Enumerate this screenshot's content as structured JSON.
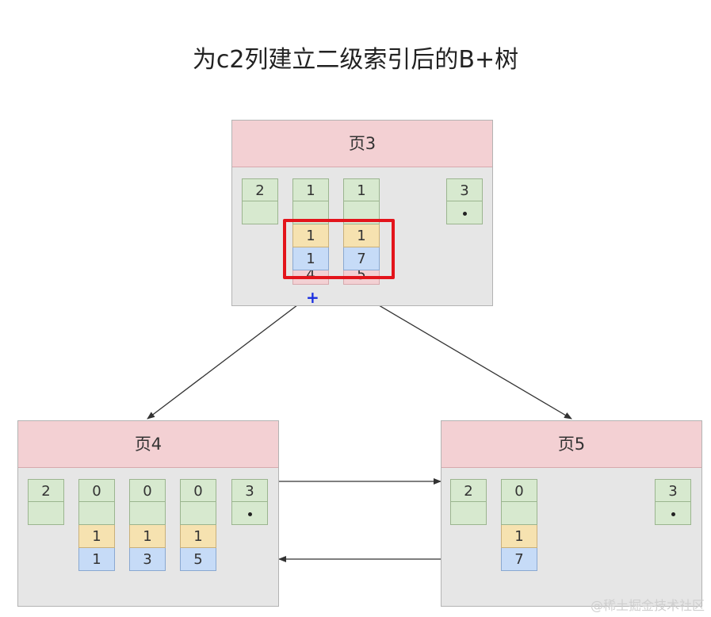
{
  "title": "为c2列建立二级索引后的B+树",
  "pages": {
    "p3": {
      "label": "页3",
      "records": [
        {
          "key": "2"
        },
        {
          "key": "1",
          "c2": "1",
          "c1": "1",
          "page": "4"
        },
        {
          "key": "1",
          "c2": "1",
          "c1": "7",
          "page": "5"
        },
        {
          "key": "3"
        }
      ]
    },
    "p4": {
      "label": "页4",
      "records": [
        {
          "key": "2"
        },
        {
          "key": "0",
          "c2": "1",
          "c1": "1"
        },
        {
          "key": "0",
          "c2": "1",
          "c1": "3"
        },
        {
          "key": "0",
          "c2": "1",
          "c1": "5"
        },
        {
          "key": "3"
        }
      ]
    },
    "p5": {
      "label": "页5",
      "records": [
        {
          "key": "2"
        },
        {
          "key": "0",
          "c2": "1",
          "c1": "7"
        },
        {
          "key": "3"
        }
      ]
    }
  },
  "colors": {
    "header": "#f3d0d3",
    "record": "#d7e9cf",
    "c2_field": "#f6e2b0",
    "c1_field": "#c6dbf7",
    "highlight": "#e3141b"
  },
  "watermark": "@稀土掘金技术社区"
}
